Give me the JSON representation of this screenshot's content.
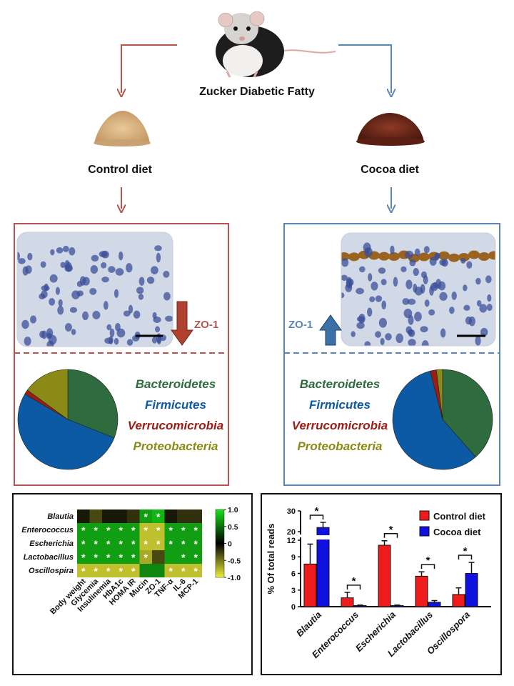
{
  "header": {
    "title": "Zucker Diabetic Fatty"
  },
  "diets": {
    "control": {
      "label": "Control diet"
    },
    "cocoa": {
      "label": "Cocoa diet"
    }
  },
  "panels": {
    "control": {
      "zo1_label": "ZO-1",
      "zo1_direction": "down",
      "border_color": "#b85450",
      "pie": [
        {
          "name": "Bacteroidetes",
          "value": 0.31,
          "color": "#2e6b3e"
        },
        {
          "name": "Firmicutes",
          "value": 0.525,
          "color": "#0b5aa3"
        },
        {
          "name": "Verrucomicrobia",
          "value": 0.015,
          "color": "#9b1d14"
        },
        {
          "name": "Proteobacteria",
          "value": 0.15,
          "color": "#8c8a16"
        }
      ]
    },
    "cocoa": {
      "zo1_label": "ZO-1",
      "zo1_direction": "up",
      "border_color": "#5b86b8",
      "pie": [
        {
          "name": "Bacteroidetes",
          "value": 0.385,
          "color": "#2e6b3e"
        },
        {
          "name": "Firmicutes",
          "value": 0.575,
          "color": "#0b5aa3"
        },
        {
          "name": "Verrucomicrobia",
          "value": 0.02,
          "color": "#9b1d14"
        },
        {
          "name": "Proteobacteria",
          "value": 0.02,
          "color": "#8c8a16"
        }
      ]
    }
  },
  "legend": {
    "phyla": [
      {
        "name": "Bacteroidetes",
        "color": "#2e6b3e"
      },
      {
        "name": "Firmicutes",
        "color": "#0b5aa3"
      },
      {
        "name": "Verrucomicrobia",
        "color": "#9b1d14"
      },
      {
        "name": "Proteobacteria",
        "color": "#8c8a16"
      }
    ]
  },
  "chart_data": [
    {
      "type": "heatmap",
      "rows": [
        "Blautia",
        "Enterococcus",
        "Escherichia",
        "Lactobacillus",
        "Oscillospira"
      ],
      "columns": [
        "Body weight",
        "Glycemia",
        "Insulinemia",
        "HbA1c",
        "HOMA IR",
        "Mucin",
        "ZO-1",
        "TNF-α",
        "IL-6",
        "MCP-1"
      ],
      "values": [
        [
          -0.1,
          -0.3,
          -0.1,
          -0.1,
          -0.2,
          0.7,
          0.8,
          -0.1,
          -0.2,
          -0.2
        ],
        [
          0.7,
          0.7,
          0.7,
          0.7,
          0.7,
          -0.8,
          -0.8,
          0.7,
          0.7,
          0.7
        ],
        [
          0.7,
          0.7,
          0.7,
          0.7,
          0.7,
          -0.8,
          -0.8,
          0.7,
          0.7,
          0.7
        ],
        [
          0.7,
          0.7,
          0.7,
          0.7,
          0.7,
          -0.7,
          -0.3,
          0.7,
          0.7,
          0.7
        ],
        [
          -0.8,
          -0.8,
          -0.8,
          -0.8,
          -0.8,
          0.6,
          0.6,
          -0.8,
          -0.8,
          -0.8
        ]
      ],
      "significant": [
        [
          false,
          false,
          false,
          false,
          false,
          true,
          true,
          false,
          false,
          false
        ],
        [
          true,
          true,
          true,
          true,
          true,
          true,
          true,
          true,
          true,
          true
        ],
        [
          true,
          true,
          true,
          true,
          true,
          true,
          true,
          true,
          true,
          true
        ],
        [
          true,
          true,
          true,
          true,
          true,
          true,
          false,
          false,
          true,
          true
        ],
        [
          true,
          true,
          true,
          true,
          true,
          false,
          false,
          true,
          true,
          true
        ]
      ],
      "significance_mark": "*",
      "colorbar": {
        "min": -1.0,
        "max": 1.0,
        "ticks": [
          "1.0",
          "0.5",
          "0",
          "-0.5",
          "-1.0"
        ]
      }
    },
    {
      "type": "bar",
      "categories": [
        "Blautia",
        "Enterococcus",
        "Escherichia",
        "Lactobacillus",
        "Oscillospora"
      ],
      "series": [
        {
          "name": "Control diet",
          "color": "#ee1c1c",
          "values": [
            7.7,
            1.6,
            11.1,
            5.5,
            2.2
          ],
          "errors": [
            3.6,
            1.0,
            0.8,
            0.8,
            1.2
          ]
        },
        {
          "name": "Cocoa diet",
          "color": "#1010e0",
          "values": [
            22.0,
            0.2,
            0.2,
            0.8,
            6.0
          ],
          "errors": [
            2.5,
            0.1,
            0.1,
            0.3,
            2.0
          ]
        }
      ],
      "ylabel": "% Of total reads",
      "yticks": [
        "0",
        "3",
        "6",
        "9",
        "12",
        "20",
        "30"
      ],
      "axis_break": [
        12.5,
        18
      ],
      "ylim": [
        0,
        30
      ],
      "significance_mark": "*"
    }
  ]
}
